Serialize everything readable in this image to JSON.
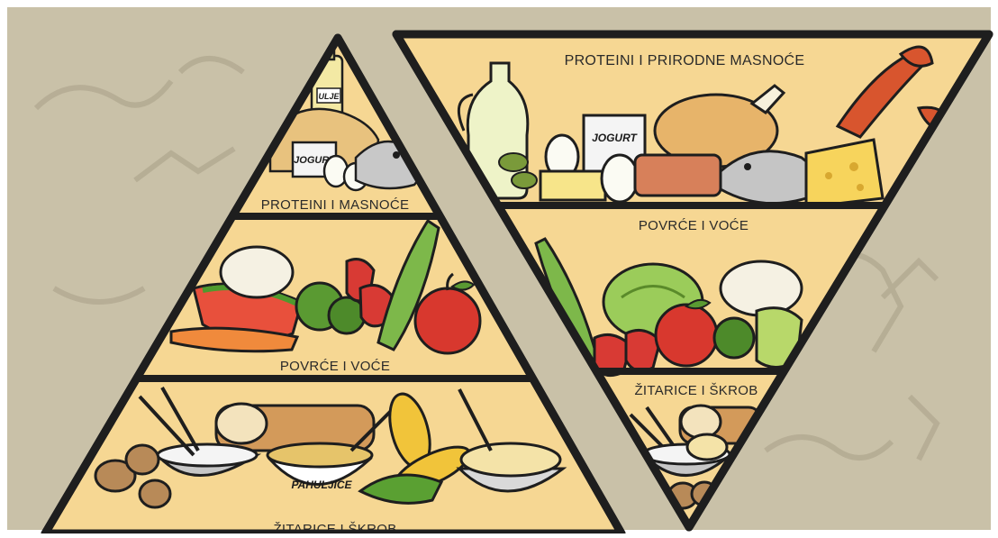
{
  "left_pyramid": {
    "tiers": [
      {
        "label": "PROTEINI I MASNOĆE"
      },
      {
        "label": "POVRĆE I VOĆE"
      },
      {
        "label": "ŽITARICE I ŠKROB"
      }
    ],
    "items": {
      "oil_label": "ULJE",
      "yogurt_label": "JOGURT",
      "cereal_label": "PAHULJICE"
    }
  },
  "right_pyramid": {
    "tiers": [
      {
        "label": "PROTEINI I PRIRODNE MASNOĆE"
      },
      {
        "label": "POVRĆE I VOĆE"
      },
      {
        "label": "ŽITARICE I ŠKROB"
      }
    ],
    "items": {
      "yogurt_label": "JOGURT"
    }
  },
  "colors": {
    "tier_fill": "#f6d793",
    "outline": "#1e1e1e",
    "background": "#c9c1a8"
  }
}
